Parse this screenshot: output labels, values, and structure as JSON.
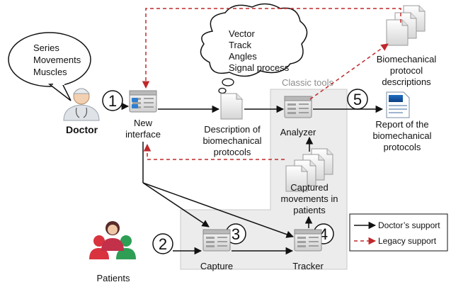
{
  "doctor": {
    "label": "Doctor",
    "speech": [
      "Series",
      "Movements",
      "Muscles"
    ]
  },
  "thought": [
    "Vector",
    "Track",
    "Angles",
    "Signal process"
  ],
  "classic_tools_label": "Classic tools",
  "nodes": {
    "new_interface": [
      "New",
      "interface"
    ],
    "description": [
      "Description of",
      "biomechanical",
      "protocols"
    ],
    "analyzer": "Analyzer",
    "protocol_descriptions": [
      "Biomechanical",
      "protocol",
      "descriptions"
    ],
    "report": [
      "Report of the",
      "biomechanical",
      "protocols"
    ],
    "captured": [
      "Captured",
      "movements in",
      "patients"
    ],
    "capture": "Capture",
    "tracker": "Tracker",
    "patients": "Patients"
  },
  "steps": [
    "1",
    "2",
    "3",
    "4",
    "5"
  ],
  "legend": {
    "doctor_support": "Doctor’s support",
    "legacy_support": "Legacy support"
  },
  "colors": {
    "doctor_arrow": "#111111",
    "legacy_arrow": "#c0282b",
    "tool_box": "#ececec",
    "patient_red": "#d9333f",
    "patient_green": "#2e9e55"
  }
}
